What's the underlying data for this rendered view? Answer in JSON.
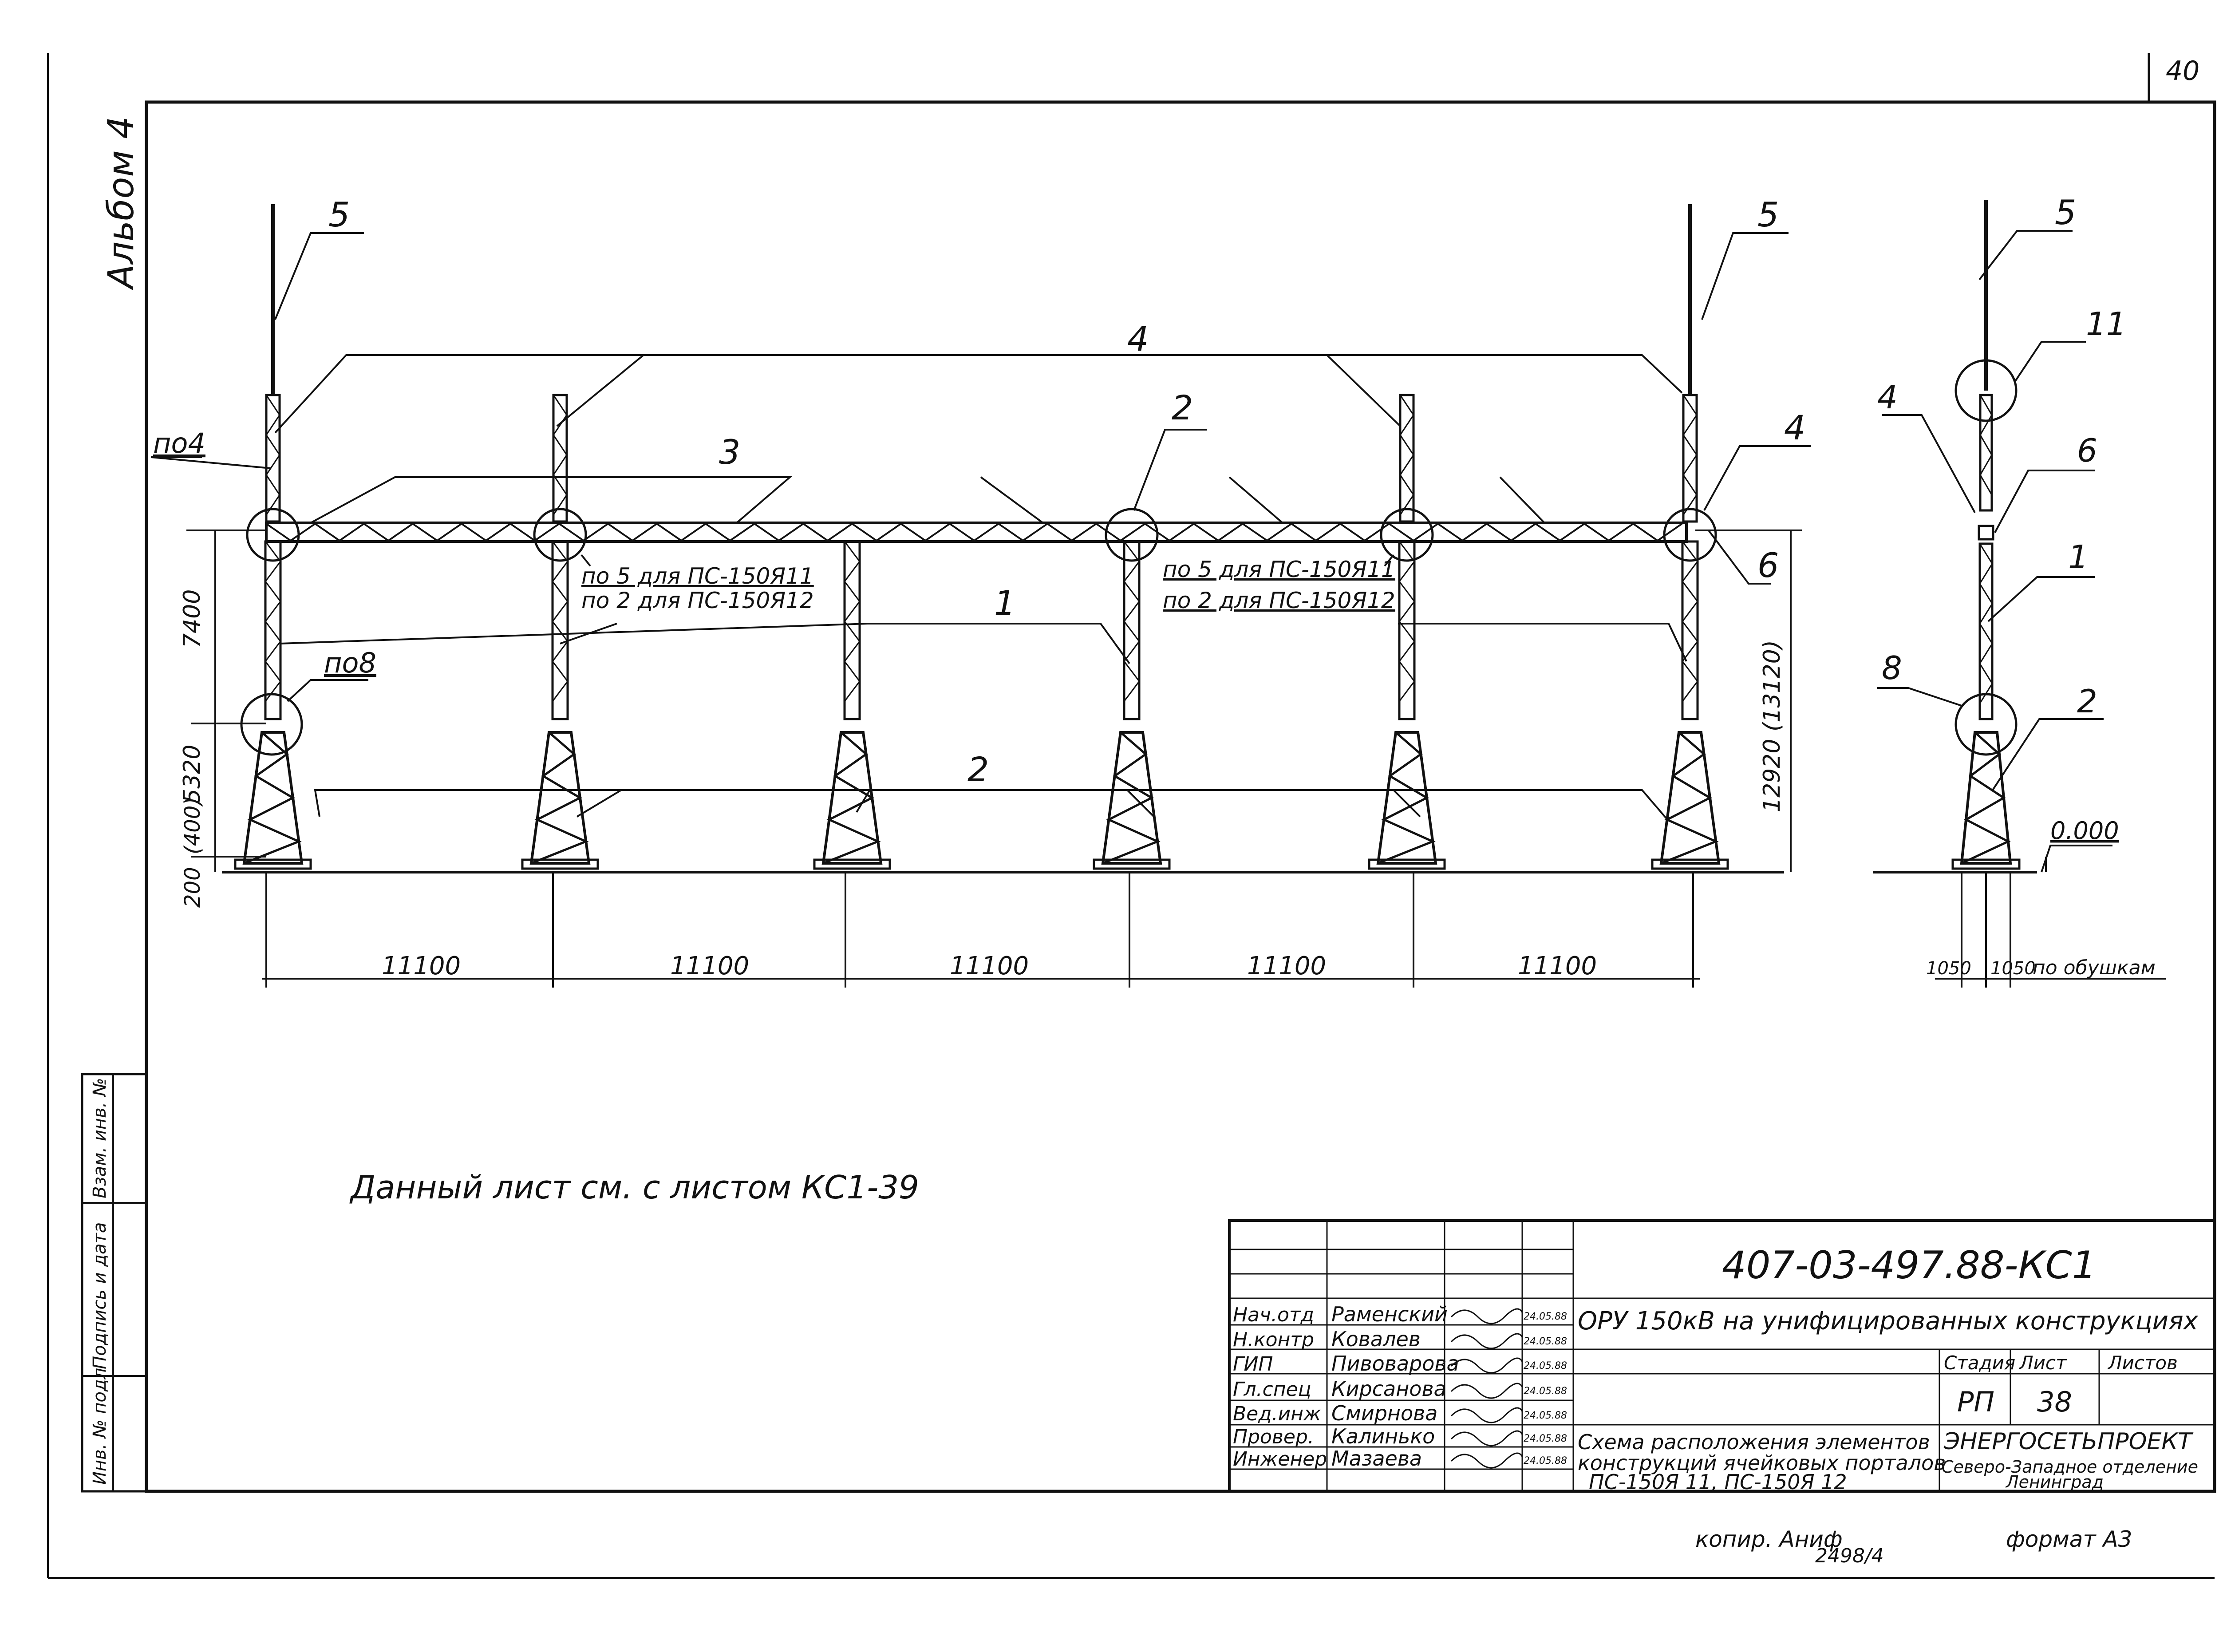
{
  "page_number": "40",
  "album_label": "Альбом 4",
  "elements": {
    "mast": "5",
    "column_top": "4",
    "beam": "3",
    "column": "1",
    "base": "2",
    "detail_top_left": "по4",
    "detail_8_left": "по8",
    "detail_2": "2",
    "detail_4": "4",
    "detail_6": "6",
    "detail_8": "8",
    "detail_11": "11",
    "note_a_line1": "по 5 для ПС-150Я11",
    "note_a_line2": "по 2 для ПС-150Я12",
    "note_b_line1": "по 5 для ПС-150Я11",
    "note_b_line2": "по 2 для ПС-150Я12"
  },
  "dimensions": {
    "spans": [
      "11100",
      "11100",
      "11100",
      "11100",
      "11100"
    ],
    "vert_7400": "7400",
    "vert_5320": "5320",
    "vert_400": "(400)",
    "vert_200": "200",
    "height_total": "12920 (13120)",
    "elev": "0.000",
    "base_left": "1050",
    "base_right": "1050",
    "base_note": "по обушкам"
  },
  "note": "Данный лист см. с листом КС1-39",
  "side_stamp": {
    "col1": "Инв. № подл",
    "col2": "Подпись и дата",
    "col3": "Взам. инв. №"
  },
  "title_block": {
    "code": "407-03-497.88-КС1",
    "project": "ОРУ 150кВ на унифицированных конструкциях",
    "sheet_title_1": "Схема расположения элементов",
    "sheet_title_2": "конструкций ячейковых порталов",
    "sheet_title_3": "ПС-150Я 11,  ПС-150Я 12",
    "stage_h": "Стадия",
    "sheet_h": "Лист",
    "sheets_h": "Листов",
    "stage": "РП",
    "sheet": "38",
    "sheets": "",
    "org": "ЭНЕРГОСЕТЬПРОЕКТ",
    "org_sub_1": "Северо-Западное отделение",
    "org_sub_2": "Ленинград",
    "staff": [
      {
        "role": "Нач.отд",
        "name": "Раменский",
        "date": "24.05.88"
      },
      {
        "role": "Н.контр",
        "name": "Ковалев",
        "date": "24.05.88"
      },
      {
        "role": "ГИП",
        "name": "Пивоварова",
        "date": "24.05.88"
      },
      {
        "role": "Гл.спец",
        "name": "Кирсанова",
        "date": "24.05.88"
      },
      {
        "role": "Вед.инж",
        "name": "Смирнова",
        "date": "24.05.88"
      },
      {
        "role": "Провер.",
        "name": "Калинько",
        "date": "24.05.88"
      },
      {
        "role": "Инженер",
        "name": "Мазаева",
        "date": "24.05.88"
      }
    ]
  },
  "footer": {
    "copied": "копир.  Аниф",
    "copied_num": "2498/4",
    "format": "формат А3"
  }
}
